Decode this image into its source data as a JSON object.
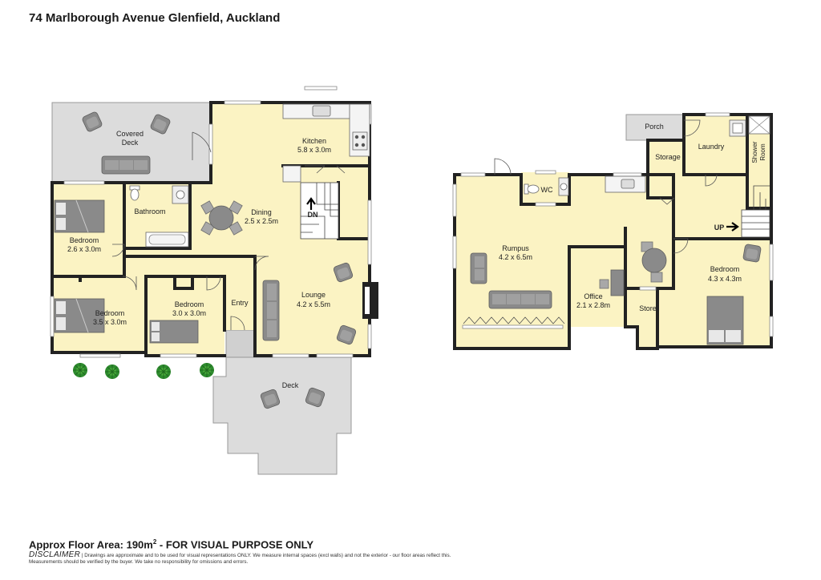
{
  "header": {
    "title": "74 Marlborough Avenue Glenfield, Auckland"
  },
  "footer": {
    "floor_area": "Approx Floor Area: 190m",
    "floor_area_sup": "2",
    "floor_area_suffix": " - FOR VISUAL PURPOSE ONLY",
    "disclaimer_label": "DISCLAIMER",
    "disclaimer_text": " | Drawings are approximate and to be used for visual representations ONLY. We measure internal spaces (excl walls) and not the exterior - our floor areas reflect this.",
    "disclaimer_line2": "Measurements should be verified by the buyer. We take no responsibility for omissions and errors."
  },
  "upper_floor": {
    "covered_deck": {
      "name": "Covered",
      "name2": "Deck"
    },
    "kitchen": {
      "name": "Kitchen",
      "size": "5.8 x 3.0m"
    },
    "dining": {
      "name": "Dining",
      "size": "2.5 x 2.5m"
    },
    "stairs": {
      "label": "DN"
    },
    "bathroom": {
      "name": "Bathroom"
    },
    "bedroom1": {
      "name": "Bedroom",
      "size": "2.6 x 3.0m"
    },
    "bedroom2": {
      "name": "Bedroom",
      "size": "3.5 x 3.0m"
    },
    "bedroom3": {
      "name": "Bedroom",
      "size": "3.0 x 3.0m"
    },
    "entry": {
      "name": "Entry"
    },
    "lounge": {
      "name": "Lounge",
      "size": "4.2 x 5.5m"
    },
    "deck": {
      "name": "Deck"
    }
  },
  "lower_floor": {
    "porch": {
      "name": "Porch"
    },
    "storage": {
      "name": "Storage"
    },
    "laundry": {
      "name": "Laundry"
    },
    "shower": {
      "name": "Shower",
      "name2": "Room"
    },
    "wc": {
      "name": "WC"
    },
    "rumpus": {
      "name": "Rumpus",
      "size": "4.2 x 6.5m"
    },
    "office": {
      "name": "Office",
      "size": "2.1 x 2.8m"
    },
    "store": {
      "name": "Store"
    },
    "bedroom": {
      "name": "Bedroom",
      "size": "4.3 x 4.3m"
    },
    "stairs": {
      "label": "UP"
    }
  },
  "colors": {
    "room": "#fbf3c3",
    "outdoor": "#dcdcdc",
    "wall": "#222222",
    "furniture": "#8a8a8a",
    "plant": "#2e8b2e"
  },
  "icons": [
    "armchair-icon",
    "sofa-icon",
    "bed-icon",
    "dining-table-icon",
    "bathtub-icon",
    "toilet-icon",
    "sink-icon",
    "stove-icon",
    "fireplace-icon",
    "plant-icon",
    "desk-icon",
    "shower-icon",
    "door-icon",
    "window-icon",
    "arrow-icon"
  ]
}
